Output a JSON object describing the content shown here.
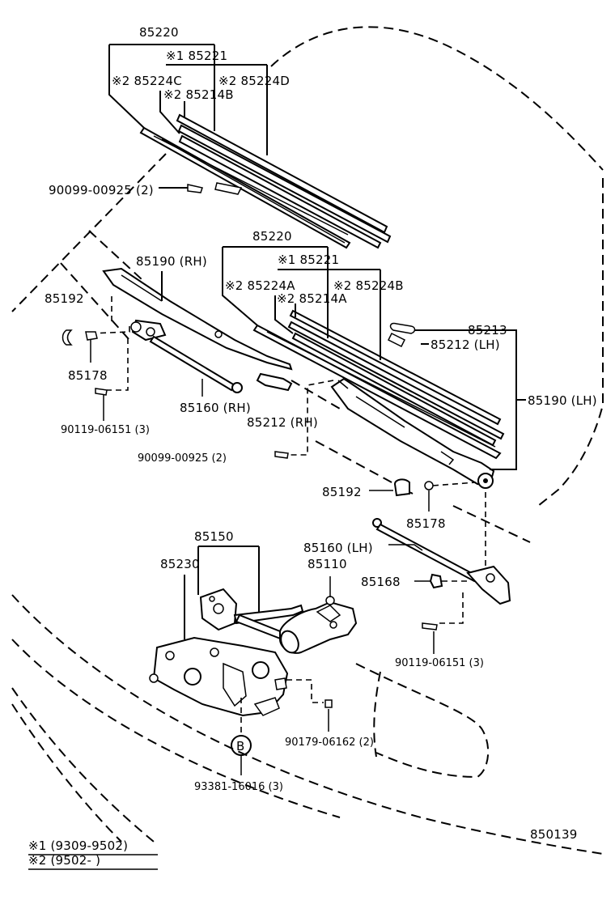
{
  "labels": {
    "p85220_top": "85220",
    "p85221_top": "※1  85221",
    "p85224C": "※2  85224C",
    "p85224D": "※2  85224D",
    "p85214B": "※2  85214B",
    "p90099_top": "90099-00925 (2)",
    "p85220_mid": "85220",
    "p85221_mid": "※1  85221",
    "p85190_rh": "85190 (RH)",
    "p85224A": "※2  85224A",
    "p85224B": "※2  85224B",
    "p85214A": "※2  85214A",
    "p85192_left": "85192",
    "p85213": "85213",
    "p85212_lh": "85212 (LH)",
    "p85178_left": "85178",
    "p85190_lh": "85190 (LH)",
    "p85160_rh": "85160 (RH)",
    "p85212_rh": "85212 (RH)",
    "p90119_left": "90119-06151 (3)",
    "p90099_mid": "90099-00925 (2)",
    "p85192_right": "85192",
    "p85178_right": "85178",
    "p85150": "85150",
    "p85160_lh": "85160 (LH)",
    "p85230": "85230",
    "p85110": "85110",
    "p85168": "85168",
    "p90119_right": "90119-06151 (3)",
    "p90179": "90179-06162 (2)",
    "callout_b": "B",
    "p93381": "93381-16016 (3)",
    "diagram_no": "850139"
  },
  "legend": {
    "row1": "※1  (9309-9502)",
    "row2": "※2  (9502-        )"
  }
}
